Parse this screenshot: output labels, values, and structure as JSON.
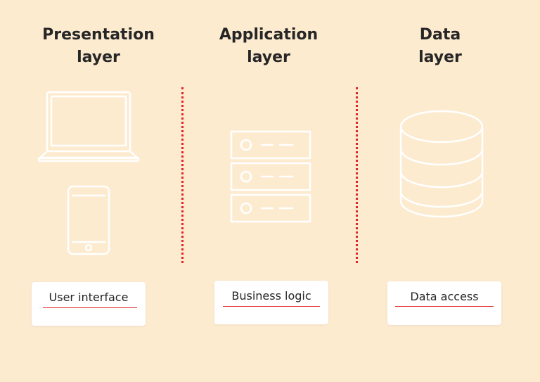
{
  "colors": {
    "background": "#fdebd0",
    "icon_stroke": "#ffffff",
    "divider": "#e0262b",
    "underline": "#e0262b",
    "title_text": "#262626",
    "card_background": "#ffffff"
  },
  "columns": [
    {
      "title_line1": "Presentation",
      "title_line2": "layer",
      "icons": [
        "laptop-icon",
        "smartphone-icon"
      ],
      "label": "User interface"
    },
    {
      "title_line1": "Application",
      "title_line2": "layer",
      "icons": [
        "server-icon"
      ],
      "label": "Business logic"
    },
    {
      "title_line1": "Data",
      "title_line2": "layer",
      "icons": [
        "database-icon"
      ],
      "label": "Data access"
    }
  ]
}
